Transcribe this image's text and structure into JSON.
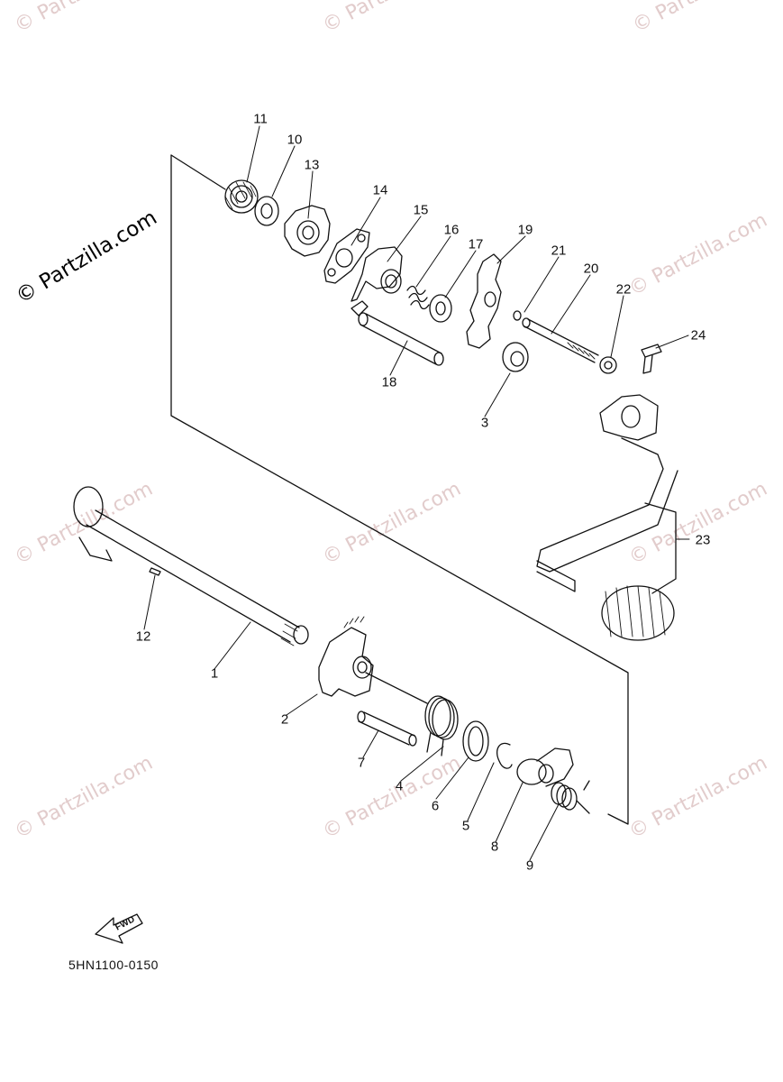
{
  "watermark": {
    "brand": "© Partzilla.com"
  },
  "diagram": {
    "code": "5HN1100-0150",
    "fwd_label": "FWD",
    "parts": [
      {
        "key": "p1",
        "label": "1"
      },
      {
        "key": "p2",
        "label": "2"
      },
      {
        "key": "p3",
        "label": "3"
      },
      {
        "key": "p4",
        "label": "4"
      },
      {
        "key": "p5",
        "label": "5"
      },
      {
        "key": "p6",
        "label": "6"
      },
      {
        "key": "p7",
        "label": "7"
      },
      {
        "key": "p8",
        "label": "8"
      },
      {
        "key": "p9",
        "label": "9"
      },
      {
        "key": "p10",
        "label": "10"
      },
      {
        "key": "p11",
        "label": "11"
      },
      {
        "key": "p12",
        "label": "12"
      },
      {
        "key": "p13",
        "label": "13"
      },
      {
        "key": "p14",
        "label": "14"
      },
      {
        "key": "p15",
        "label": "15"
      },
      {
        "key": "p16",
        "label": "16"
      },
      {
        "key": "p17",
        "label": "17"
      },
      {
        "key": "p18",
        "label": "18"
      },
      {
        "key": "p19",
        "label": "19"
      },
      {
        "key": "p20",
        "label": "20"
      },
      {
        "key": "p21",
        "label": "21"
      },
      {
        "key": "p22",
        "label": "22"
      },
      {
        "key": "p23",
        "label": "23"
      },
      {
        "key": "p24",
        "label": "24"
      }
    ]
  }
}
